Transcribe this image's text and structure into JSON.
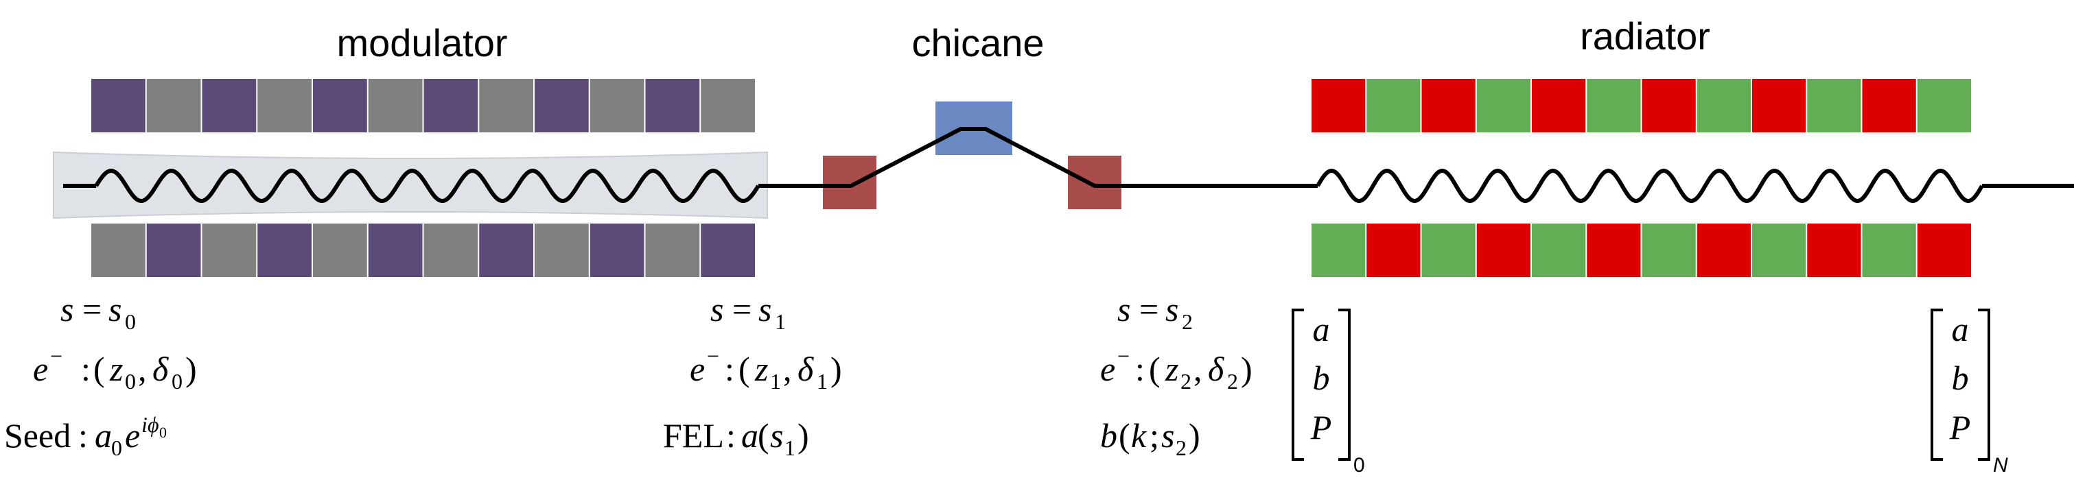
{
  "titles": {
    "modulator": "modulator",
    "chicane": "chicane",
    "radiator": "radiator"
  },
  "colors": {
    "purple": "#5c4a78",
    "gray": "#808080",
    "red": "#dd0000",
    "green": "#63ae55",
    "dipole_red": "#a84d4b",
    "dipole_blue": "#6a88c2",
    "beam_shade": "#dfe3e8",
    "line": "#000000"
  },
  "labels": {
    "pos0": {
      "lhs": "s",
      "eq": "=",
      "var": "s",
      "sub": "0"
    },
    "pos1": {
      "lhs": "s",
      "eq": "=",
      "var": "s",
      "sub": "1"
    },
    "pos2": {
      "lhs": "s",
      "eq": "=",
      "var": "s",
      "sub": "2"
    },
    "e0": {
      "e": "e",
      "sup": "−",
      "colon": ":",
      "lp": "(",
      "z": "z",
      "zsub": "0",
      "comma": ",",
      "d": "δ",
      "dsub": "0",
      "rp": ")"
    },
    "e1": {
      "e": "e",
      "sup": "−",
      "colon": ":",
      "lp": "(",
      "z": "z",
      "zsub": "1",
      "comma": ",",
      "d": "δ",
      "dsub": "1",
      "rp": ")"
    },
    "e2": {
      "e": "e",
      "sup": "−",
      "colon": ":",
      "lp": "(",
      "z": "z",
      "zsub": "2",
      "comma": ",",
      "d": "δ",
      "dsub": "2",
      "rp": ")"
    },
    "seed": {
      "word": "Seed",
      "colon": ":",
      "a": "a",
      "asub": "0",
      "e": "e",
      "exp_i": "i",
      "exp_phi": "ϕ",
      "exp_sub": "0"
    },
    "fel": {
      "word": "FEL",
      "colon": ":",
      "a": "a",
      "lp": "(",
      "s": "s",
      "ssub": "1",
      "rp": ")"
    },
    "b": {
      "b": "b",
      "lp": "(",
      "k": "k",
      "semi": ";",
      "s": "s",
      "ssub": "2",
      "rp": ")"
    }
  },
  "matrices": [
    {
      "entries": [
        "a",
        "b",
        "P"
      ],
      "subscript": "0"
    },
    {
      "entries": [
        "a",
        "b",
        "P"
      ],
      "subscript": "N"
    }
  ]
}
